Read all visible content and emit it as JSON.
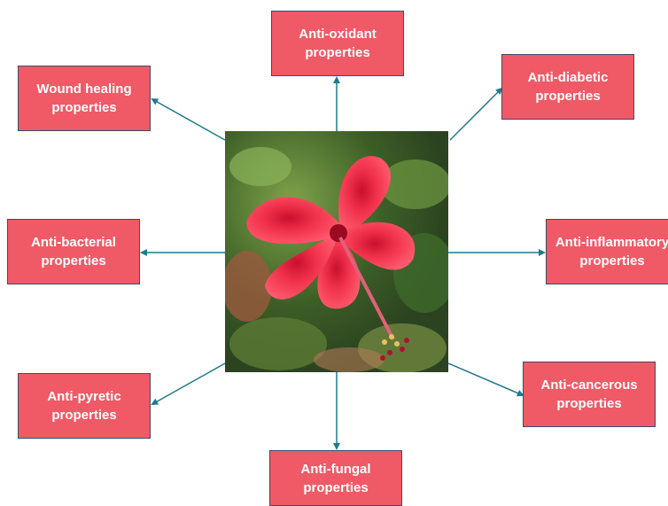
{
  "boxes": {
    "antioxidant": {
      "line1": "Anti-oxidant",
      "line2": "properties"
    },
    "antidiabetic": {
      "line1": "Anti-diabetic",
      "line2": "properties"
    },
    "wound": {
      "line1": "Wound healing",
      "line2": "properties"
    },
    "antibacterial": {
      "line1": "Anti-bacterial",
      "line2": "properties"
    },
    "antiinflammatory": {
      "line1": "Anti-inflammatory",
      "line2": "properties"
    },
    "antipyretic": {
      "line1": "Anti-pyretic",
      "line2": "properties"
    },
    "anticancerous": {
      "line1": "Anti-cancerous",
      "line2": "properties"
    },
    "antifungal": {
      "line1": "Anti-fungal",
      "line2": "properties"
    }
  },
  "colors": {
    "box_fill": "#ef5a66",
    "box_border": "#3e4c66",
    "arrow": "#1f7a8c",
    "flower": "#f0304a"
  }
}
